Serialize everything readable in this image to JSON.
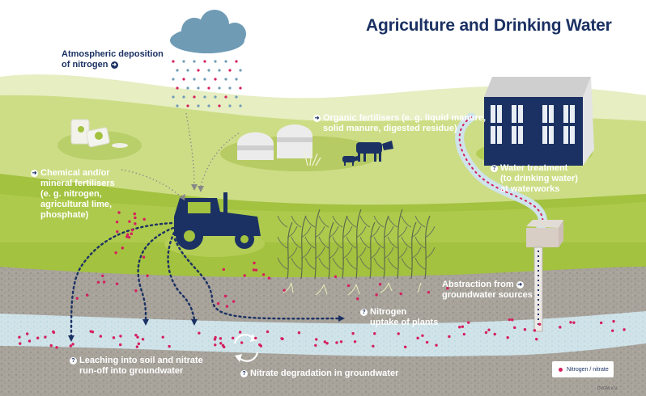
{
  "title": "Agriculture and Drinking Water",
  "labels": {
    "atmospheric": [
      "Atmospheric deposition",
      "of nitrogen"
    ],
    "organic": [
      "Organic fertilisers (e. g. liquid manure,",
      "solid manure, digested residue)"
    ],
    "chemical": [
      "Chemical and/or",
      "mineral fertilisers",
      "(e. g. nitrogen,",
      "agricultural lime,",
      "phosphate)"
    ],
    "water_treatment": [
      "Water treatment",
      "(to drinking water)",
      "at waterworks"
    ],
    "abstraction": [
      "Abstraction from",
      "groundwater sources"
    ],
    "uptake": [
      "Nitrogen",
      "uptake of plants"
    ],
    "leaching": [
      "Leaching into soil and nitrate",
      "run-off into groundwater"
    ],
    "degradation": [
      "Nitrate degradation in groundwater"
    ]
  },
  "legend": {
    "label": "Nitrogen / nitrate",
    "color": "#d51f5e"
  },
  "credit": "DVGW e.V.",
  "colors": {
    "title": "#1b3163",
    "sky": "#ffffff",
    "hill_back": "#e3ecb9",
    "hill_mid": "#c7d97e",
    "field": "#9dbf3c",
    "field_light": "#b4cf55",
    "soil": "#a9a49c",
    "groundwater": "#cfe4ea",
    "nitrate": "#d51f5e",
    "cloud": "#6f9bb5",
    "tractor": "#1b3163",
    "building": "#1b3163"
  },
  "icons": [
    "cloud-icon",
    "tractor-icon",
    "cow-icon",
    "calf-icon",
    "biogas-tank-icon",
    "fertiliser-bag-icon",
    "waterworks-building-icon",
    "well-pump-icon",
    "crop-plants-icon",
    "cycle-arrows-icon"
  ]
}
